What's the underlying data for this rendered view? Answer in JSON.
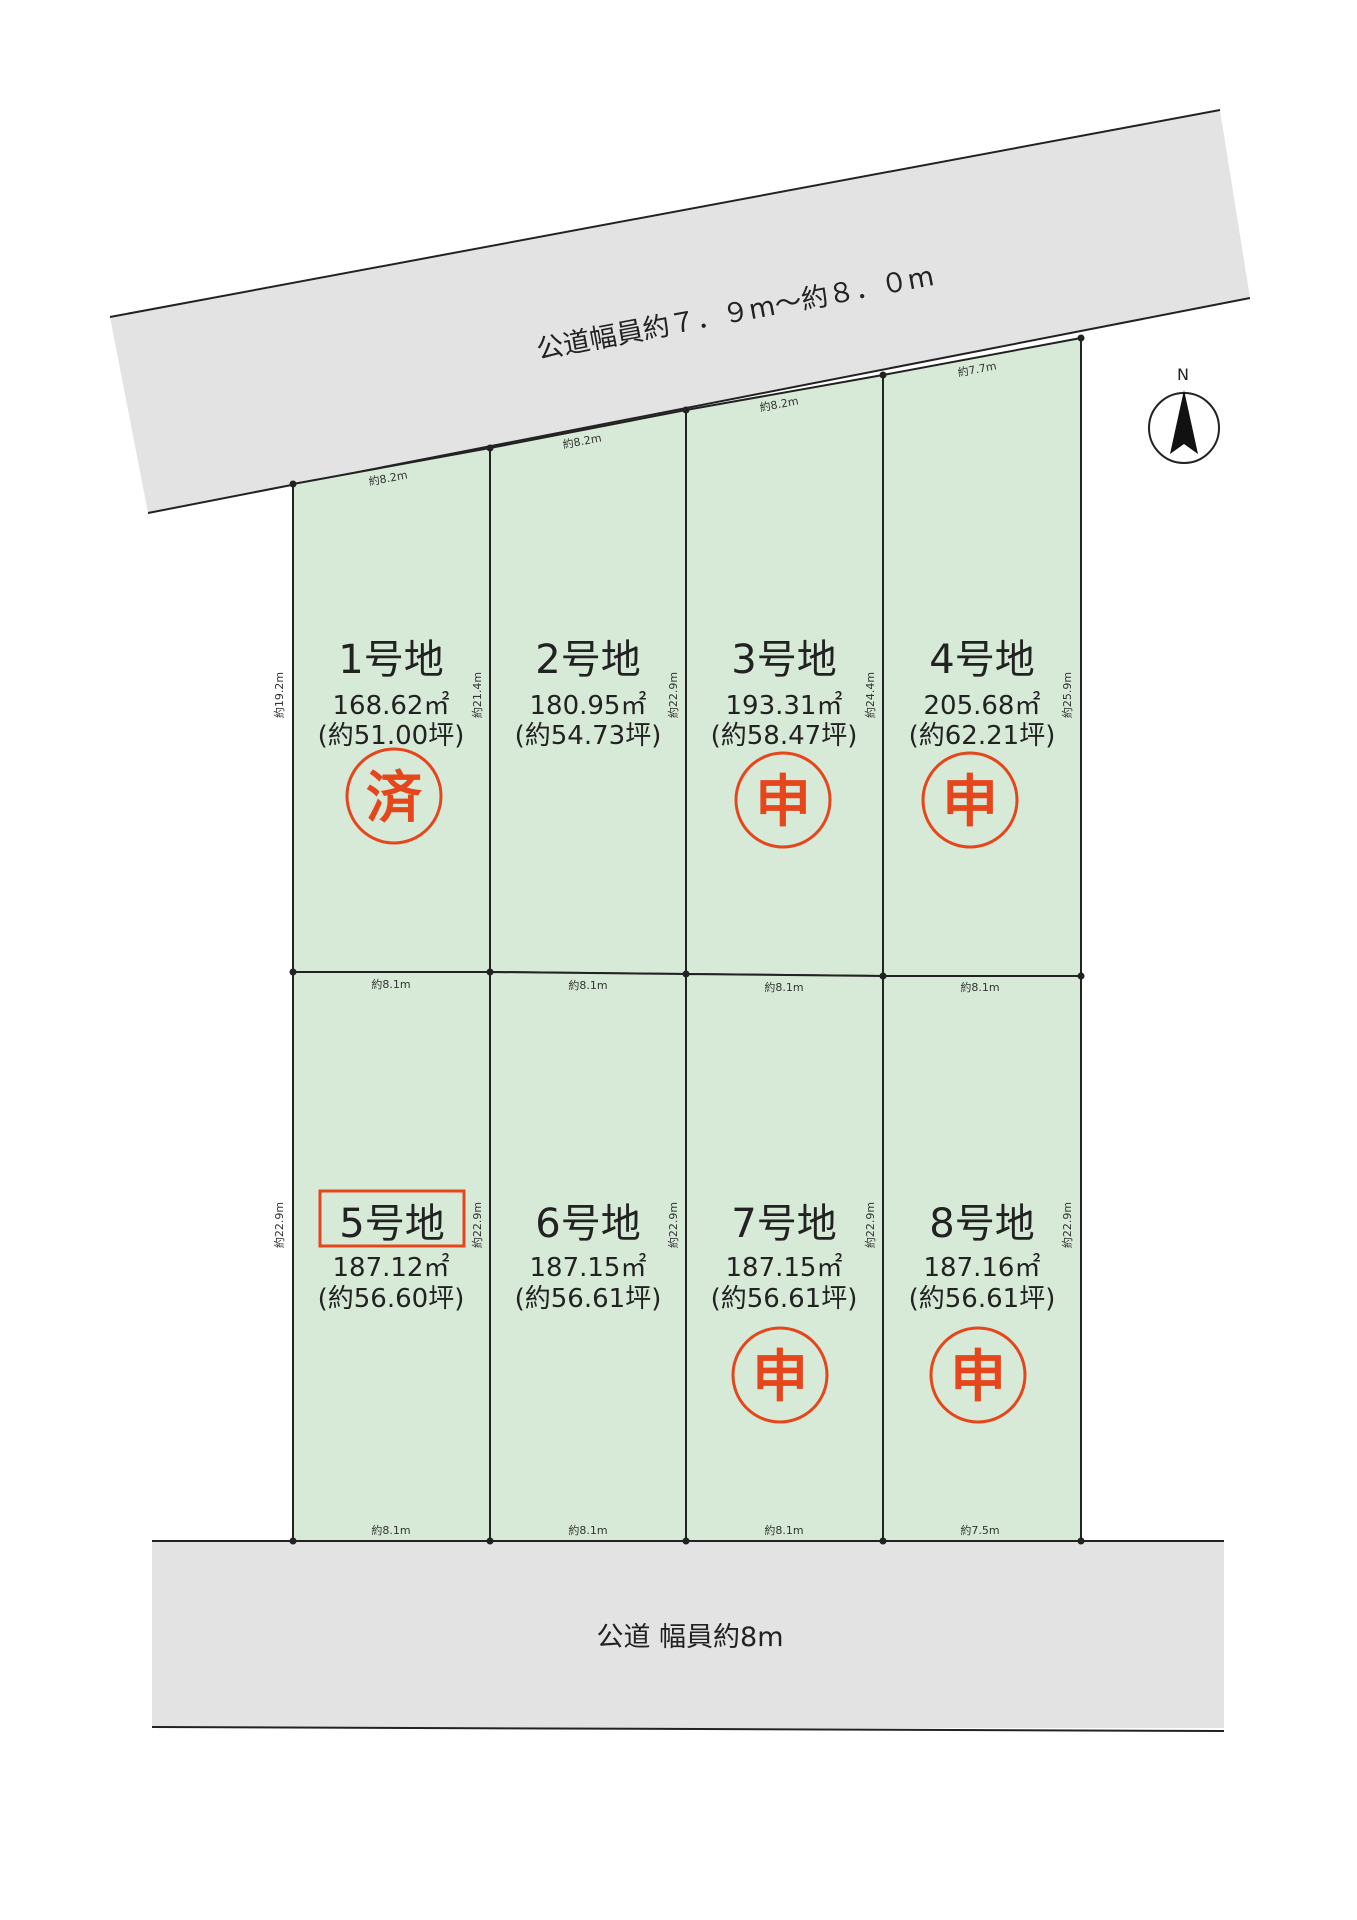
{
  "north_roadway": {
    "label": "公道幅員約７．９m〜約８．０m"
  },
  "south_roadway": {
    "label": "公道 幅員約8m"
  },
  "compass": {
    "letter": "N",
    "icon": "north-arrow-icon"
  },
  "colors": {
    "lot_fill": "#d6ead7",
    "road_fill": "#e3e3e3",
    "stamp": "#e5461c"
  },
  "lots": [
    {
      "title": "1号地",
      "area": "168.62㎡",
      "tsubo": "(約51.00坪)",
      "stamp": "済"
    },
    {
      "title": "2号地",
      "area": "180.95㎡",
      "tsubo": "(約54.73坪)",
      "stamp": ""
    },
    {
      "title": "3号地",
      "area": "193.31㎡",
      "tsubo": "(約58.47坪)",
      "stamp": "申"
    },
    {
      "title": "4号地",
      "area": "205.68㎡",
      "tsubo": "(約62.21坪)",
      "stamp": "申"
    },
    {
      "title": "5号地",
      "area": "187.12㎡",
      "tsubo": "(約56.60坪)",
      "stamp": "",
      "highlighted": true
    },
    {
      "title": "6号地",
      "area": "187.15㎡",
      "tsubo": "(約56.61坪)",
      "stamp": ""
    },
    {
      "title": "7号地",
      "area": "187.15㎡",
      "tsubo": "(約56.61坪)",
      "stamp": "申"
    },
    {
      "title": "8号地",
      "area": "187.16㎡",
      "tsubo": "(約56.61坪)",
      "stamp": "申"
    }
  ],
  "dimensions": {
    "top_frontage": [
      "約8.2m",
      "約8.2m",
      "約8.2m",
      "約7.7m"
    ],
    "middle_upper": [
      "約8.1m",
      "約8.1m",
      "約8.1m",
      "約8.1m"
    ],
    "bottom_frontage": [
      "約8.1m",
      "約8.1m",
      "約8.1m",
      "約7.5m"
    ],
    "upper_depths": [
      "約19.2m",
      "約21.4m",
      "約22.9m",
      "約24.4m",
      "約25.9m"
    ],
    "lower_depths": [
      "約22.9m",
      "約22.9m",
      "約22.9m",
      "約22.9m",
      "約22.9m"
    ]
  }
}
